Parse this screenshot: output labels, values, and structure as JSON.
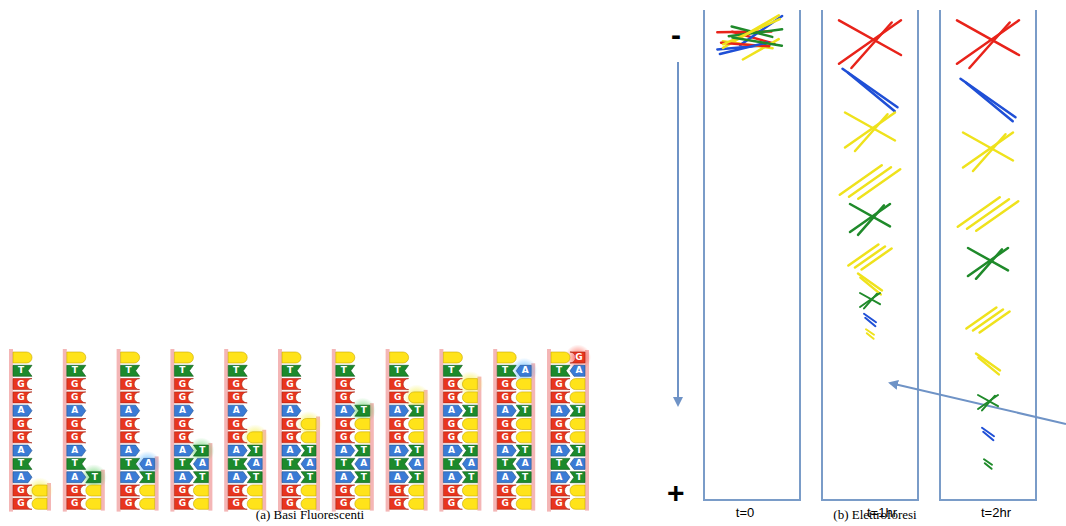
{
  "diagram": {
    "labels": [
      "T",
      "G",
      "G",
      "A",
      "G",
      "G",
      "A",
      "T",
      "A",
      "G",
      "G",
      "T",
      "G",
      "G",
      "A",
      "G",
      "G",
      "A",
      "T",
      "A",
      "T",
      "G",
      "G",
      "T",
      "G",
      "G",
      "A",
      "G",
      "G",
      "A",
      "T",
      "A",
      "A",
      "T",
      "G",
      "G",
      "T",
      "G",
      "G",
      "A",
      "G",
      "G",
      "A",
      "T",
      "T",
      "A",
      "A",
      "T",
      "G",
      "G",
      "T",
      "G",
      "G",
      "A",
      "G",
      "G",
      "A",
      "T",
      "T",
      "A",
      "A",
      "T",
      "G",
      "G",
      "T",
      "G",
      "G",
      "A",
      "G",
      "G",
      "A",
      "T",
      "T",
      "A",
      "A",
      "T",
      "G",
      "G",
      "T",
      "G",
      "G",
      "A",
      "T",
      "G",
      "G",
      "A",
      "T",
      "T",
      "A",
      "A",
      "T",
      "G",
      "G",
      "T",
      "G",
      "G",
      "A",
      "T",
      "G",
      "G",
      "A",
      "T",
      "T",
      "A",
      "A",
      "T",
      "G",
      "G",
      "T",
      "G",
      "G",
      "A",
      "T",
      "G",
      "G",
      "A",
      "T",
      "T",
      "A",
      "A",
      "T",
      "G",
      "G",
      "T",
      "A",
      "G",
      "G",
      "A",
      "T",
      "G",
      "G",
      "A",
      "T",
      "T",
      "A",
      "A",
      "T",
      "G",
      "G",
      "G",
      "T",
      "A",
      "G",
      "G",
      "A",
      "T",
      "G",
      "G",
      "A",
      "T",
      "T",
      "A",
      "A",
      "T",
      "G",
      "G",
      "-",
      "+",
      "t=0",
      "t=1hr",
      "t=2hr",
      "(a) Basi Fluorescenti",
      "(b) Elettroforesi"
    ]
  }
}
